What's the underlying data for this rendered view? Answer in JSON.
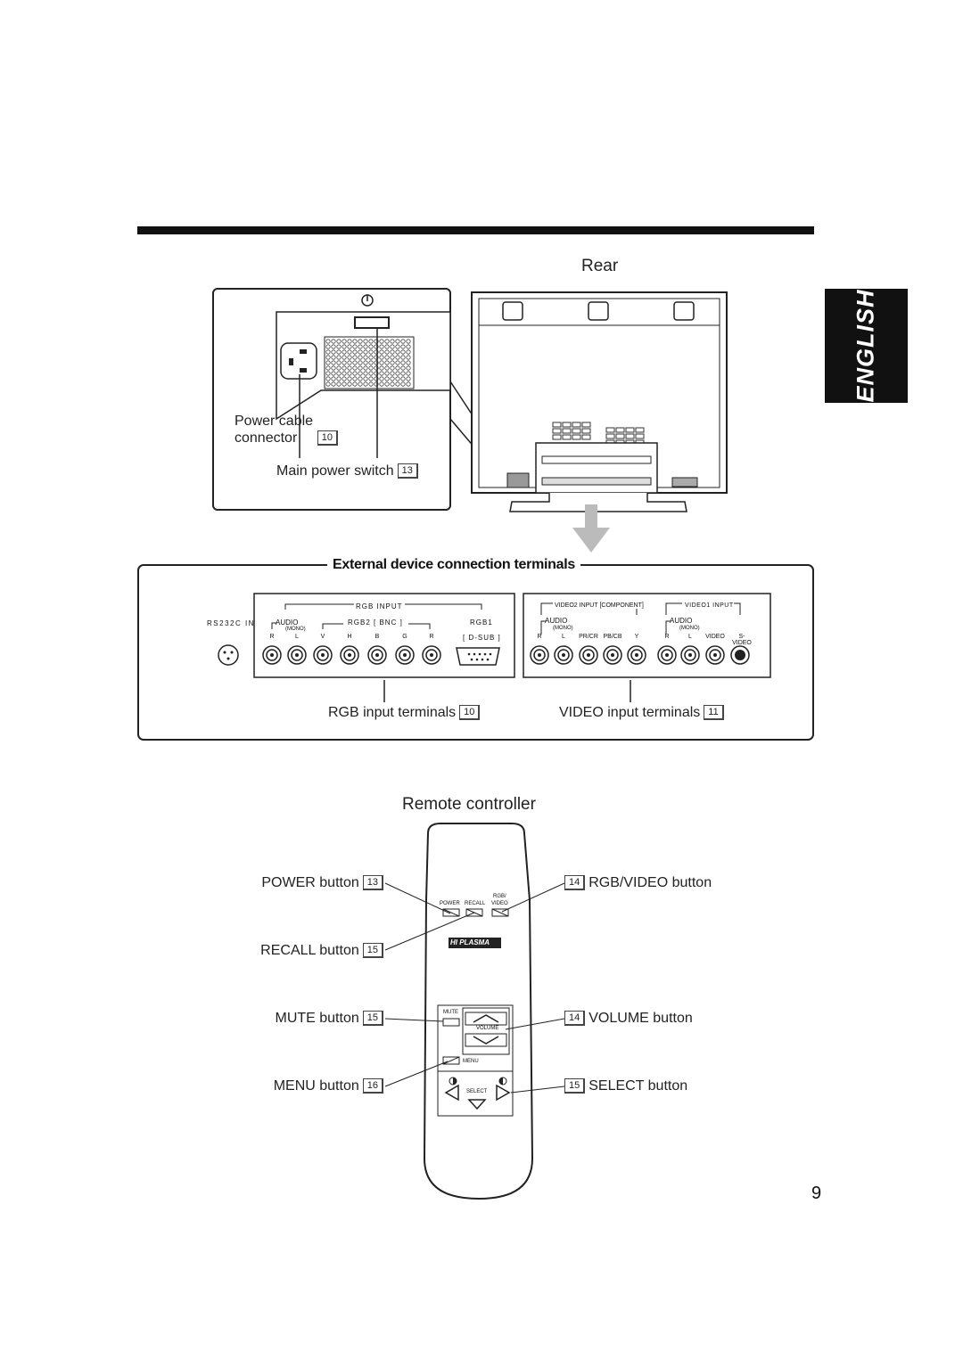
{
  "language_tab": "ENGLISH",
  "page_number": "9",
  "rear": {
    "title": "Rear",
    "power_cable_line1": "Power cable",
    "power_cable_line2": "connector",
    "power_cable_ref": "10",
    "main_switch": "Main power switch",
    "main_switch_ref": "13"
  },
  "terminals": {
    "title": "External device connection terminals",
    "rs232c": "RS232C IN",
    "rgb_input": "RGB INPUT",
    "audio": "AUDIO",
    "mono": "(MONO)",
    "rgb2_bnc": "RGB2 [ BNC ]",
    "rgb1": "RGB1",
    "dsub": "[ D-SUB ]",
    "rgb_cols": [
      "R",
      "L",
      "V",
      "H",
      "B",
      "G",
      "R"
    ],
    "video2": "VIDEO2 INPUT [COMPONENT]",
    "video1": "VIDEO1 INPUT",
    "video2_cols": [
      "R",
      "L",
      "PR/CR",
      "PB/CB",
      "Y"
    ],
    "video1_cols": [
      "R",
      "L",
      "VIDEO",
      "S-VIDEO"
    ],
    "rgb_label": "RGB input terminals",
    "rgb_ref": "10",
    "video_label": "VIDEO input terminals",
    "video_ref": "11"
  },
  "remote": {
    "title": "Remote controller",
    "power": "POWER button",
    "power_ref": "13",
    "recall": "RECALL button",
    "recall_ref": "15",
    "mute": "MUTE button",
    "mute_ref": "15",
    "menu": "MENU button",
    "menu_ref": "16",
    "rgbvideo": "RGB/VIDEO button",
    "rgbvideo_ref": "14",
    "volume": "VOLUME button",
    "volume_ref": "14",
    "select": "SELECT button",
    "select_ref": "15",
    "key_power": "POWER",
    "key_recall": "RECALL",
    "key_rgb": "RGB/",
    "key_video": "VIDEO",
    "logo": "HI PLASMA",
    "key_mute": "MUTE",
    "key_volume": "VOLUME",
    "key_menu": "MENU",
    "key_select": "SELECT"
  }
}
